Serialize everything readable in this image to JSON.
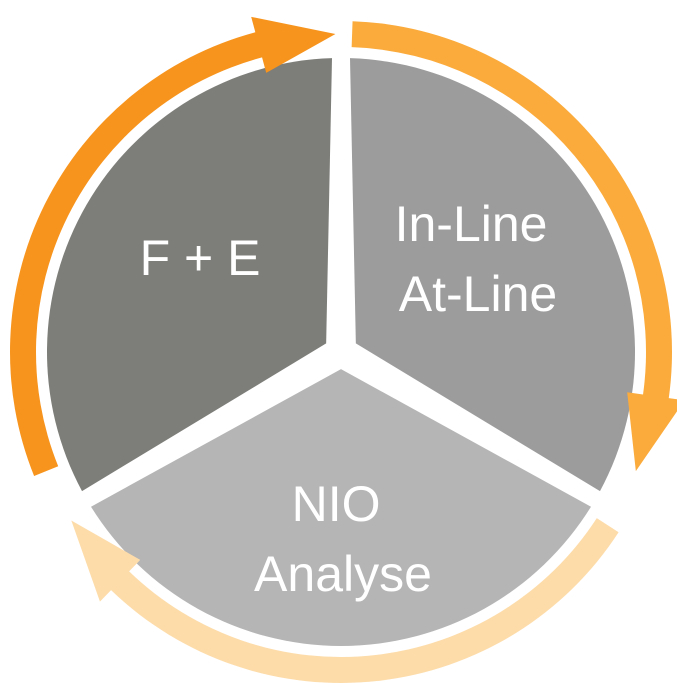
{
  "segments": [
    {
      "id": "fe",
      "lines": [
        "F + E"
      ],
      "fill": "#7d7d79",
      "arrow_color": "#f7941d"
    },
    {
      "id": "inline",
      "lines": [
        "In-Line",
        "At-Line"
      ],
      "fill": "#9c9c9c",
      "arrow_color": "#fbab3c"
    },
    {
      "id": "nio",
      "lines": [
        "NIO",
        "Analyse"
      ],
      "fill": "#b5b5b5",
      "arrow_color": "#fddcaa"
    }
  ]
}
